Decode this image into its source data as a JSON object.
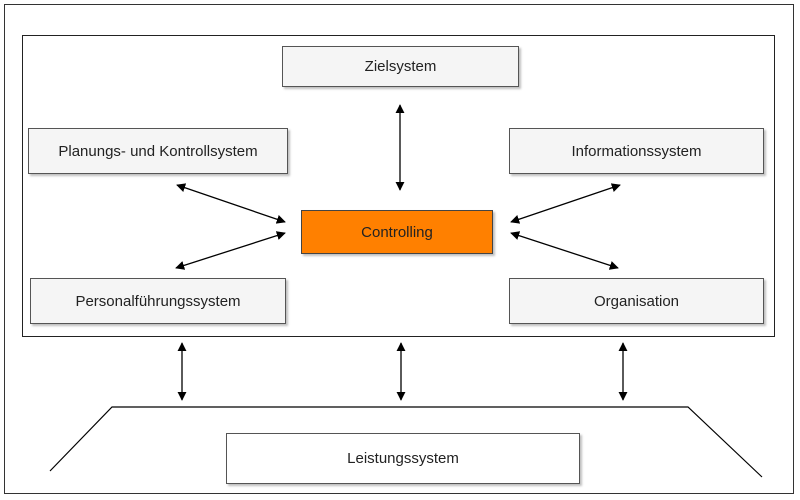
{
  "boxes": {
    "zielsystem": "Zielsystem",
    "planung": "Planungs- und Kontrollsystem",
    "information": "Informationssystem",
    "controlling": "Controlling",
    "personal": "Personalführungssystem",
    "organisation": "Organisation",
    "leistung": "Leistungssystem"
  },
  "colors": {
    "center_fill": "#ff8000",
    "box_fill": "#f5f5f5",
    "line": "#000000"
  }
}
